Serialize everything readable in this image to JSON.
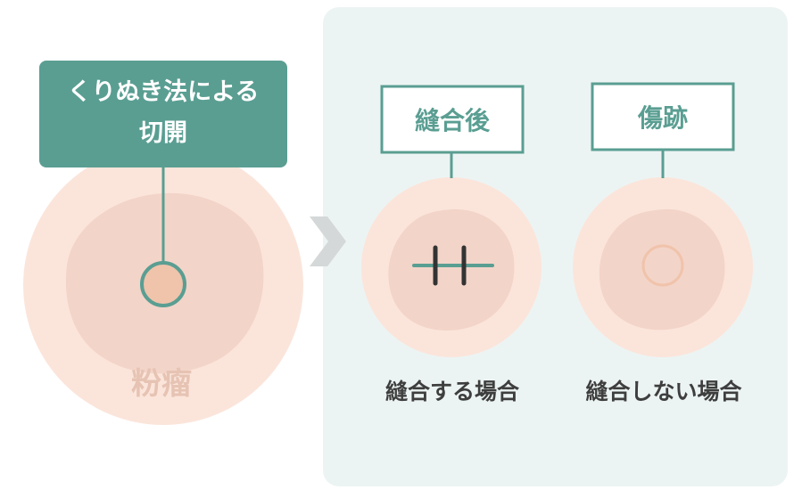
{
  "left_panel": {
    "method_label_line1": "くりぬき法による",
    "method_label_line2": "切開",
    "cyst_label": "粉瘤"
  },
  "right_panel": {
    "after_suture_tag": "縫合後",
    "scar_tag": "傷跡",
    "case_sutured": "縫合する場合",
    "case_not_sutured": "縫合しない場合"
  },
  "colors": {
    "teal": "#5a9e92",
    "panel_bg": "#ecf4f3",
    "skin_outer": "#fbe5db",
    "skin_inner": "#f3d4c8",
    "incision_fill": "#f0c3ab",
    "cyst_text": "#e6c3b3",
    "arrow": "#d5d8d8",
    "text_dark": "#3e3e3e",
    "stitch": "#333333"
  }
}
